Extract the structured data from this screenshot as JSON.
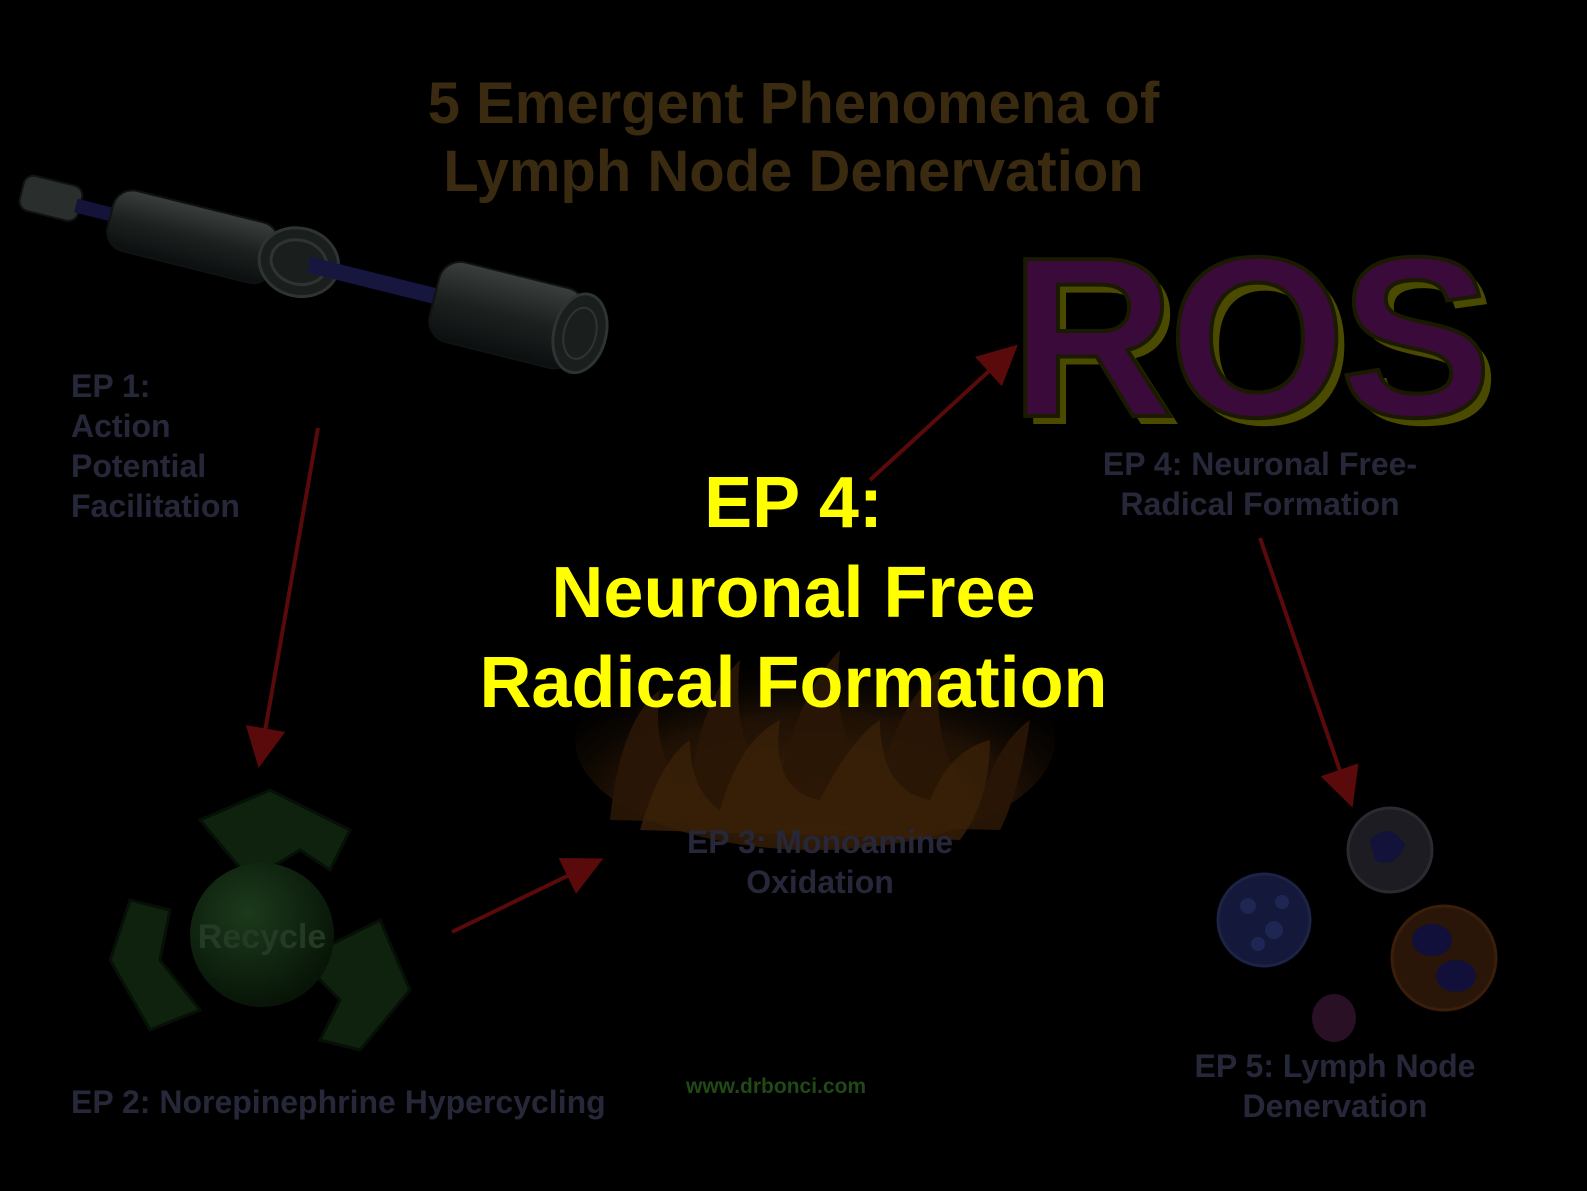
{
  "title": {
    "line1": "5 Emergent Phenomena of",
    "line2": "Lymph Node Denervation"
  },
  "labels": {
    "ep1": [
      "EP 1:",
      "Action",
      "Potential",
      "Facilitation"
    ],
    "ep2": "EP 2: Norepinephrine Hypercycling",
    "ep3": [
      "EP 3: Monoamine",
      "Oxidation"
    ],
    "ep4": [
      "EP 4: Neuronal Free-",
      "Radical Formation"
    ],
    "ep5": [
      "EP 5: Lymph Node",
      "Denervation"
    ]
  },
  "highlight": {
    "line1": "EP 4:",
    "line2": "Neuronal Free",
    "line3": "Radical Formation"
  },
  "ros_text": "ROS",
  "recycle_text": "Recycle",
  "watermark": "www.drbonci.com",
  "colors": {
    "background": "#000000",
    "title": "#3a2a10",
    "labels": "#27273a",
    "highlight": "#ffff00",
    "arrows": "#5a0a0a",
    "ros_fill": "#3a0a3a",
    "ros_shadow": "#4a4a00",
    "recycle": "#123012",
    "watermark": "#1f4a16"
  },
  "icons": [
    "neuron-axon-icon",
    "recycle-icon",
    "fire-icon",
    "ros-logo",
    "blood-cells-icon"
  ]
}
